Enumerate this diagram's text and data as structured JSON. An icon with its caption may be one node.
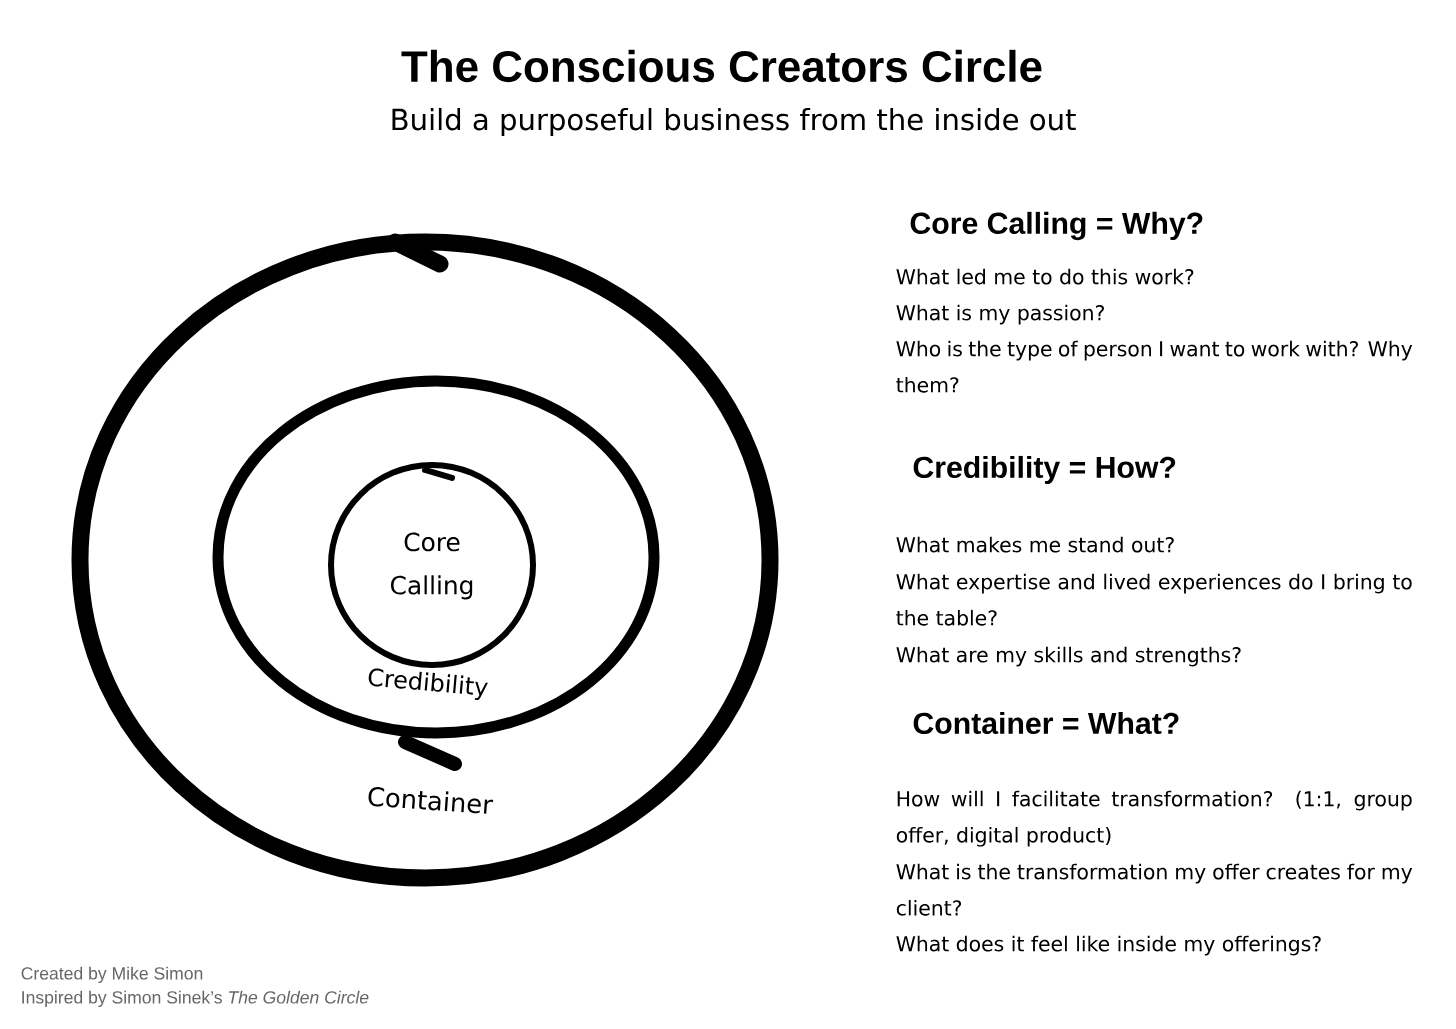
{
  "diagram": {
    "title": "The Conscious Creators Circle",
    "nodes": [
      {
        "text": [
          "Container"
        ]
      },
      {
        "text": [
          "Credibility"
        ],
        "in": 0
      },
      {
        "text": [
          "Core Calling"
        ],
        "in": 1
      }
    ],
    "labels": [
      "Build a purposeful business from the inside out",
      "Core Calling = Why?",
      "What led me to do this work?",
      "What is my passion?",
      "Who is the type of person I want to work with? Why them?",
      "Credibility = How?",
      "What makes me stand out?",
      "What expertise and lived experiences do I bring to the table?",
      "What are my skills and strengths?",
      "Container = What?",
      "How will I facilitate transformation? (1:1, group offer, digital product)",
      "What is the transformation my offer creates for my client?",
      "What does it feel like inside my offerings?",
      "Created by Mike Simon",
      "Inspired by Simon Sinek’s *The Golden Circle*"
    ]
  }
}
